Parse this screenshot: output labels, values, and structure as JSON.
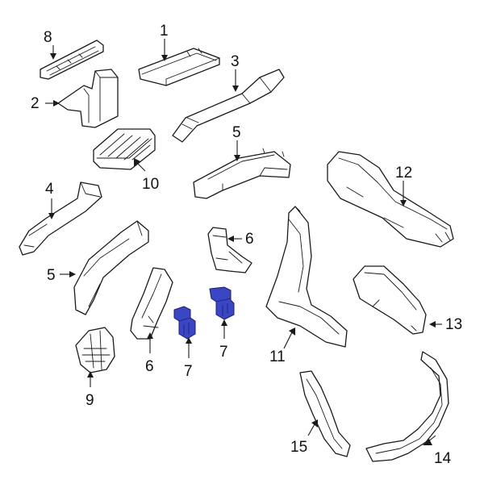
{
  "diagram": {
    "highlight_color": "#3b46c4",
    "callouts": {
      "c1": "1",
      "c2": "2",
      "c3": "3",
      "c4": "4",
      "c5a": "5",
      "c5b": "5",
      "c6a": "6",
      "c6b": "6",
      "c7a": "7",
      "c7b": "7",
      "c8": "8",
      "c9": "9",
      "c10": "10",
      "c11": "11",
      "c12": "12",
      "c13": "13",
      "c14": "14",
      "c15": "15"
    }
  }
}
